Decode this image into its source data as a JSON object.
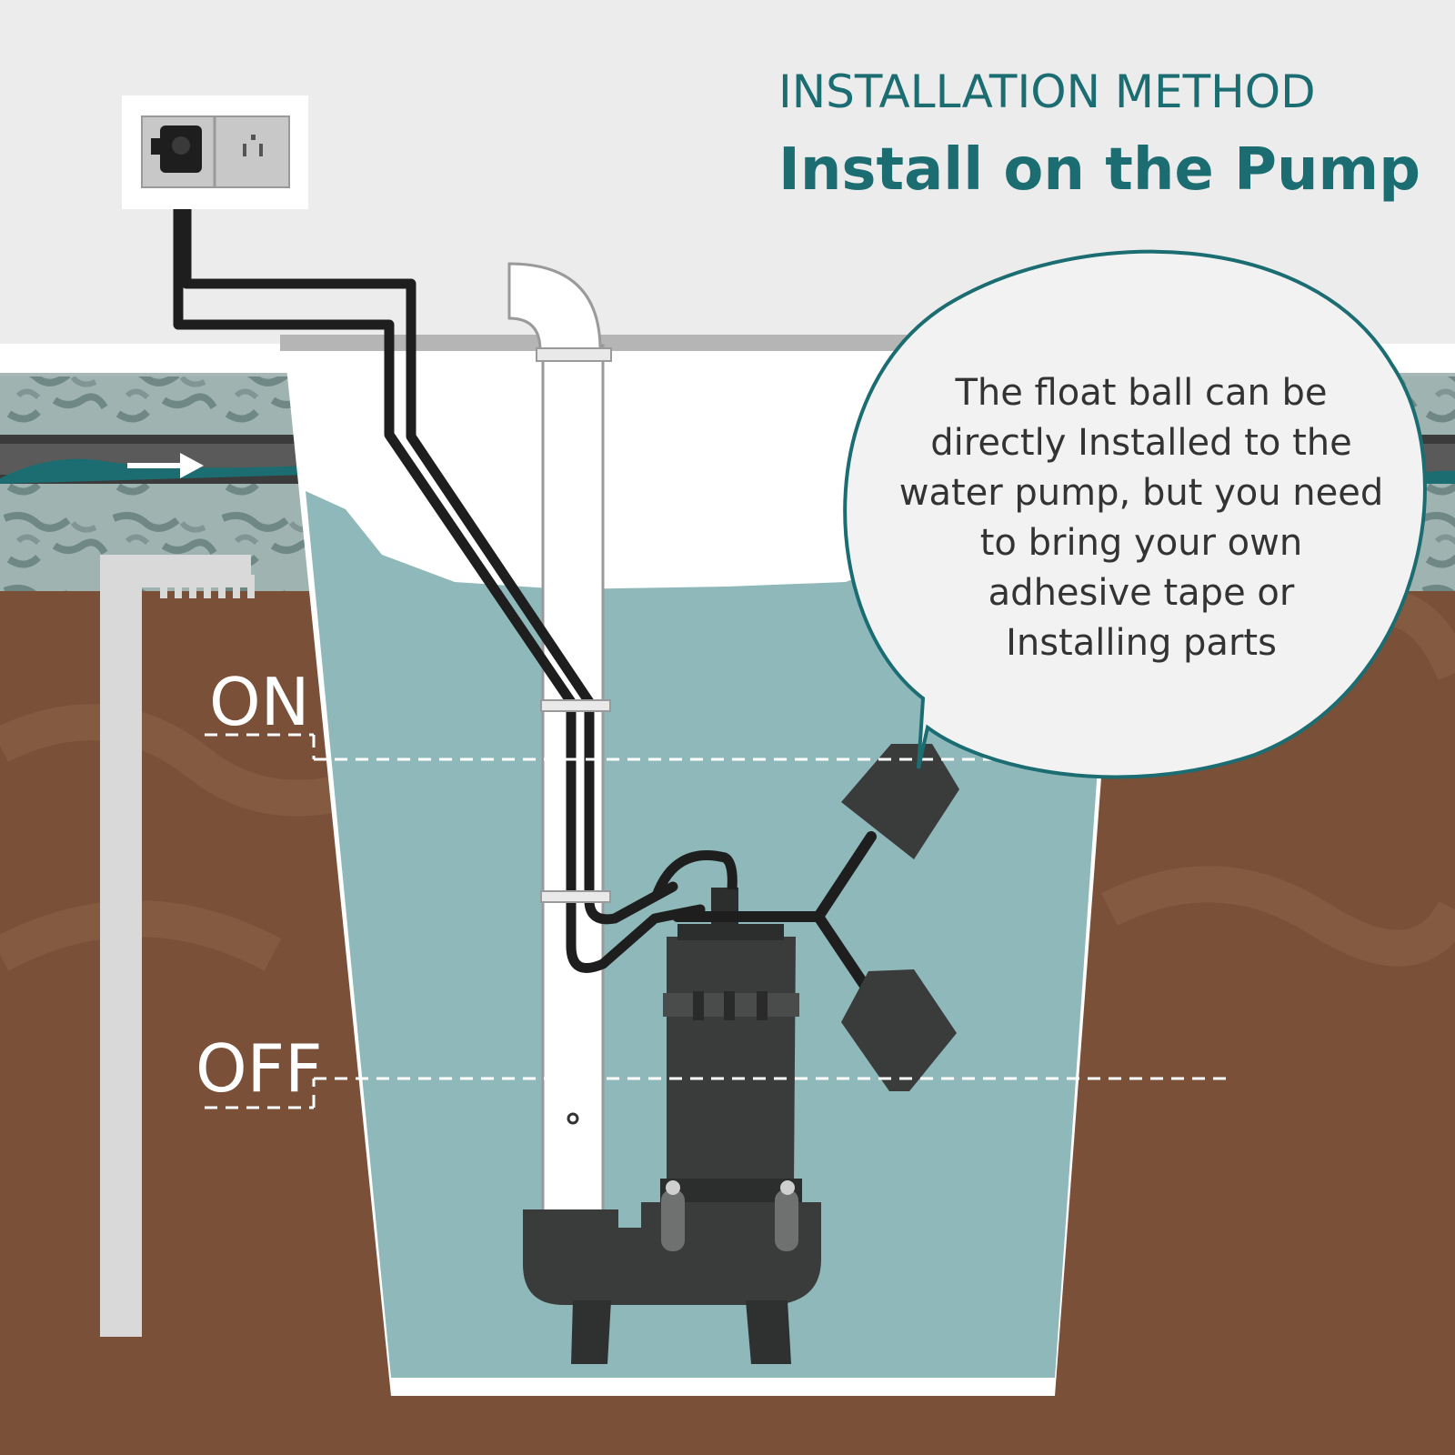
{
  "heading": {
    "subtitle": "INSTALLATION METHOD",
    "title": "Install on the Pump"
  },
  "callout": {
    "text_lines": [
      "The float ball can be",
      "directly Installed to the",
      "water pump, but you need",
      "to bring your own",
      "adhesive tape or",
      "Installing parts"
    ]
  },
  "levels": {
    "on_label": "ON",
    "off_label": "OFF"
  },
  "icons": {
    "flow": "arrow-right-icon",
    "outlet": "wall-outlet-icon",
    "plug": "power-plug-icon"
  },
  "colors": {
    "heading": "#1b6d72",
    "water": "#8fb8bb",
    "soil": "#7a5038",
    "pump": "#3a3c3b",
    "callout_border": "#1b6d72",
    "callout_fill": "#f2f2f2"
  }
}
